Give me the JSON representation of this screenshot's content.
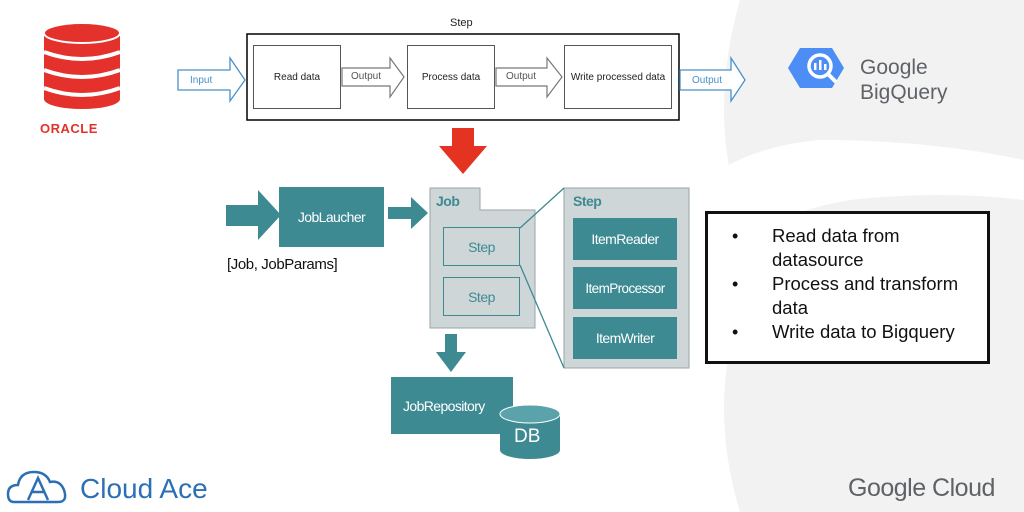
{
  "logos": {
    "oracle": "ORACLE",
    "google_bigquery_line1": "Google",
    "google_bigquery_line2": "BigQuery",
    "cloud_ace": "Cloud Ace",
    "google_cloud": "Google Cloud"
  },
  "step_flow": {
    "title": "Step",
    "input_label": "Input",
    "read_data": "Read data",
    "output_label_1": "Output",
    "process_data": "Process data",
    "output_label_2": "Output",
    "write_data": "Write processed data",
    "output_label_3": "Output"
  },
  "architecture": {
    "job_launcher": "JobLaucher",
    "job_params": "[Job, JobParams]",
    "job_title": "Job",
    "job_step_1": "Step",
    "job_step_2": "Step",
    "step_title": "Step",
    "item_reader": "ItemReader",
    "item_processor": "ItemProcessor",
    "item_writer": "ItemWriter",
    "job_repository": "JobRepository",
    "db": "DB"
  },
  "summary": {
    "items": [
      "Read data from datasource",
      "Process and transform data",
      "Write data to Bigquery"
    ]
  },
  "colors": {
    "teal": "#3d8a93",
    "red_arrow": "#e53322",
    "oracle_red": "#e4312b",
    "bigquery_blue": "#4c8df6",
    "google_gray": "#5f6368",
    "cloud_ace_blue": "#2c6fb5"
  }
}
